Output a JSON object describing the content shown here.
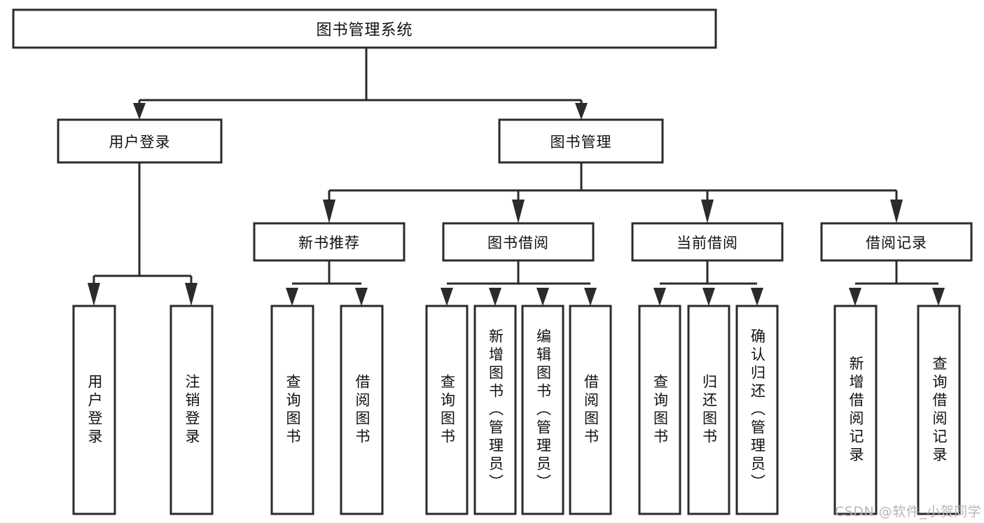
{
  "diagram": {
    "title": "图书管理系统",
    "type": "hierarchy-tree",
    "watermark": "CSDN @软件_小贺同学",
    "root": {
      "id": "root",
      "label": "图书管理系统",
      "orientation": "horizontal"
    },
    "level2": [
      {
        "id": "user-login",
        "label": "用户登录",
        "orientation": "horizontal"
      },
      {
        "id": "book-management",
        "label": "图书管理",
        "orientation": "horizontal"
      }
    ],
    "level3": [
      {
        "id": "new-book-recommend",
        "label": "新书推荐",
        "orientation": "horizontal",
        "parent": "book-management"
      },
      {
        "id": "book-borrow",
        "label": "图书借阅",
        "orientation": "horizontal",
        "parent": "book-management"
      },
      {
        "id": "current-borrow",
        "label": "当前借阅",
        "orientation": "horizontal",
        "parent": "book-management"
      },
      {
        "id": "borrow-record",
        "label": "借阅记录",
        "orientation": "horizontal",
        "parent": "book-management"
      }
    ],
    "leaves": [
      {
        "id": "leaf-user-login",
        "label": "用户登录",
        "orientation": "vertical",
        "parent": "user-login"
      },
      {
        "id": "leaf-logout-login",
        "label": "注销登录",
        "orientation": "vertical",
        "parent": "user-login"
      },
      {
        "id": "leaf-query-book-1",
        "label": "查询图书",
        "orientation": "vertical",
        "parent": "new-book-recommend"
      },
      {
        "id": "leaf-borrow-book-1",
        "label": "借阅图书",
        "orientation": "vertical",
        "parent": "new-book-recommend"
      },
      {
        "id": "leaf-query-book-2",
        "label": "查询图书",
        "orientation": "vertical",
        "parent": "book-borrow"
      },
      {
        "id": "leaf-add-book",
        "label": "新增图书（管理员）",
        "orientation": "vertical",
        "parent": "book-borrow"
      },
      {
        "id": "leaf-edit-book",
        "label": "编辑图书（管理员）",
        "orientation": "vertical",
        "parent": "book-borrow"
      },
      {
        "id": "leaf-borrow-book-2",
        "label": "借阅图书",
        "orientation": "vertical",
        "parent": "book-borrow"
      },
      {
        "id": "leaf-query-book-3",
        "label": "查询图书",
        "orientation": "vertical",
        "parent": "current-borrow"
      },
      {
        "id": "leaf-return-book",
        "label": "归还图书",
        "orientation": "vertical",
        "parent": "current-borrow"
      },
      {
        "id": "leaf-confirm-return",
        "label": "确认归还（管理员）",
        "orientation": "vertical",
        "parent": "current-borrow"
      },
      {
        "id": "leaf-add-record",
        "label": "新增借阅记录",
        "orientation": "vertical",
        "parent": "borrow-record"
      },
      {
        "id": "leaf-query-record",
        "label": "查询借阅记录",
        "orientation": "vertical",
        "parent": "borrow-record"
      }
    ],
    "colors": {
      "stroke": "#2b2b2b",
      "fill": "#ffffff",
      "text": "#111111",
      "watermark": "#b6b6b6",
      "background": "#ffffff"
    }
  }
}
